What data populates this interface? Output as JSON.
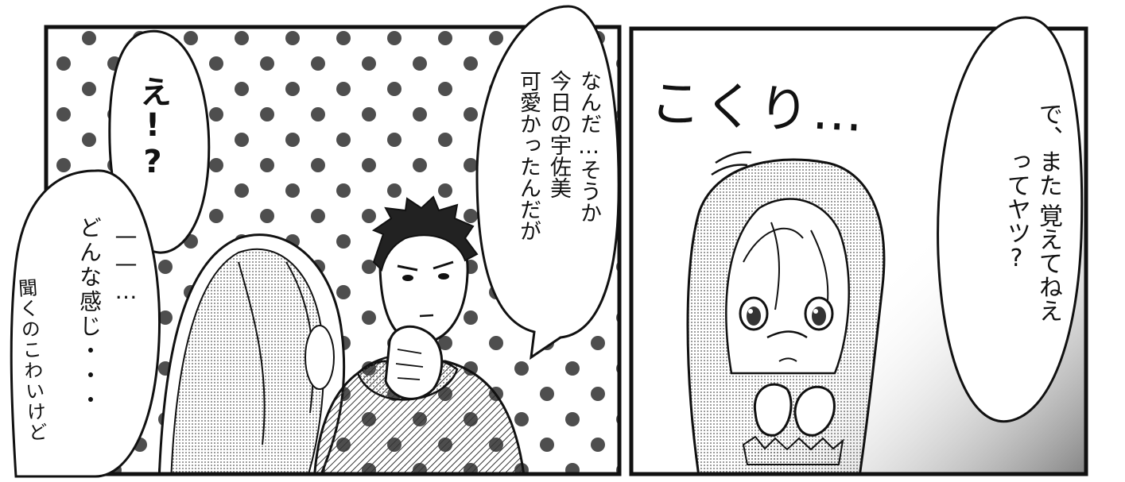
{
  "panels": [
    {
      "bubbles": {
        "surprise": "え!?",
        "hesitation_dash": "——…",
        "how_feel": "どんな感じ・・・",
        "speaker_lines": [
          "なんだ…そうか",
          "今日の宇佐美",
          "可愛かったんだが"
        ]
      },
      "handwritten_note": "聞くのこわいけど"
    },
    {
      "sfx": "こくり…",
      "bubbles": {
        "question_lines": [
          "で、また",
          "覚えてねえ",
          "ってヤツ?"
        ]
      }
    }
  ],
  "colors": {
    "ink": "#111111",
    "paper": "#ffffff",
    "dot": "#3a3a3a"
  }
}
